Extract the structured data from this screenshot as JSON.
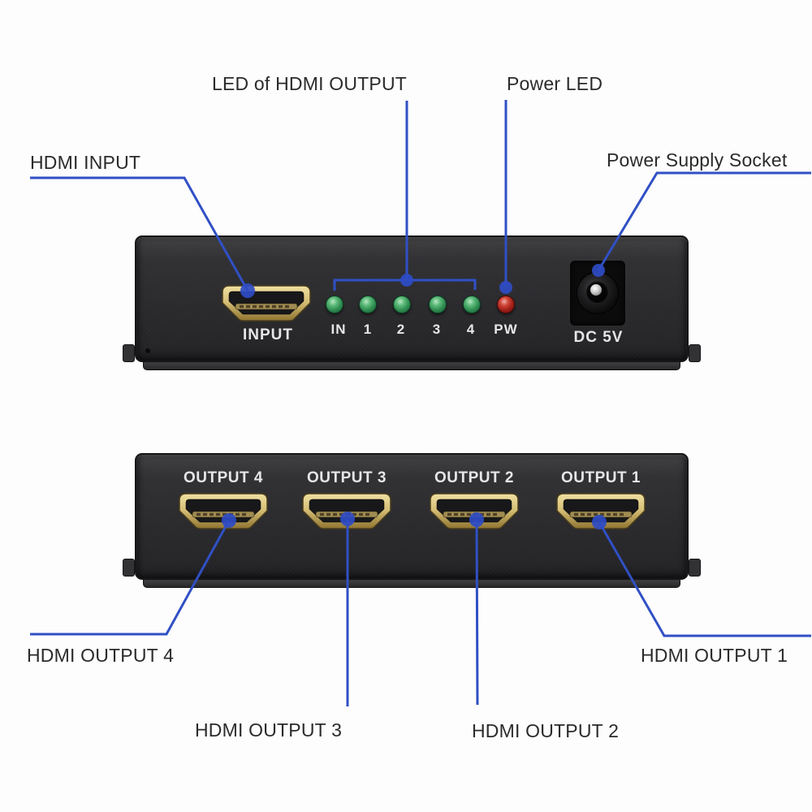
{
  "annotations": {
    "led_output": "LED of HDMI OUTPUT",
    "power_led": "Power LED",
    "hdmi_input": "HDMI INPUT",
    "power_supply_socket": "Power Supply Socket",
    "hdmi_output_4": "HDMI OUTPUT 4",
    "hdmi_output_3": "HDMI OUTPUT 3",
    "hdmi_output_2": "HDMI OUTPUT 2",
    "hdmi_output_1": "HDMI OUTPUT 1"
  },
  "front_panel": {
    "input_port_label": "INPUT",
    "led_labels": [
      "IN",
      "1",
      "2",
      "3",
      "4",
      "PW"
    ],
    "power_socket_label": "DC 5V"
  },
  "rear_panel": {
    "output_port_labels": [
      "OUTPUT 4",
      "OUTPUT 3",
      "OUTPUT 2",
      "OUTPUT 1"
    ]
  },
  "colors": {
    "leader_line": "#3050c5",
    "annotation_text": "#2b2b2b",
    "case_body": "#2c2c2f",
    "port_rim_gold": "#d7c077",
    "led_green": "#2d8a4f",
    "led_red": "#9c1e16",
    "panel_text": "#e6e6e6"
  }
}
